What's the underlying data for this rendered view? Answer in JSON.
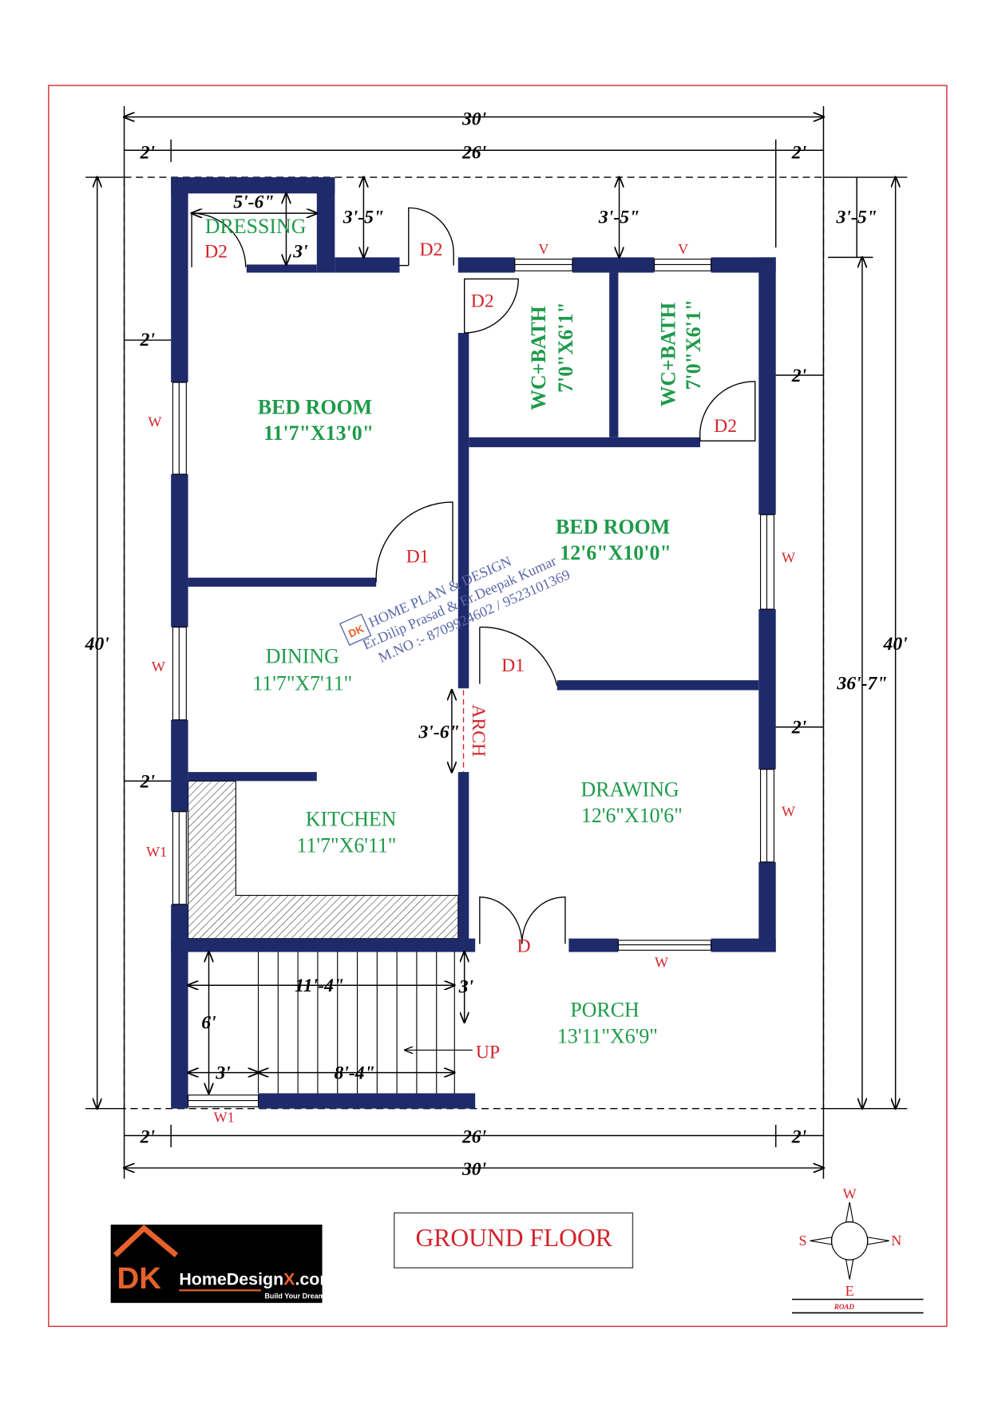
{
  "title": "GROUND FLOOR",
  "colors": {
    "wall": "#1f2a6b",
    "room_label": "#1e9a4a",
    "door_label": "#d2232a",
    "border": "#d2232a"
  },
  "dimensions": {
    "top_total": "30'",
    "top_inner": "26'",
    "top_left_margin": "2'",
    "top_right_margin": "2'",
    "bottom_total": "30'",
    "bottom_inner": "26'",
    "bottom_left_margin": "2'",
    "bottom_right_margin": "2'",
    "left_total": "40'",
    "right_total": "40'",
    "right_inner": "36'-7\"",
    "right_top": "3'-5\"",
    "left_margin_1": "2'",
    "left_margin_2": "2'",
    "right_margin_1": "2'",
    "right_margin_2": "2'",
    "dressing_width": "5'-6\"",
    "dressing_depth": "3'",
    "setback_1": "3'-5\"",
    "setback_2": "3'-5\"",
    "arch_width": "3'-6\"",
    "stair_width": "11'-4\"",
    "stair_depth": "6'",
    "stair_landing": "3'",
    "stair_run": "8'-4\"",
    "stair_step": "3'"
  },
  "rooms": [
    {
      "name": "DRESSING"
    },
    {
      "name": "BED ROOM",
      "size": "11'7\"X13'0\""
    },
    {
      "name": "WC+BATH",
      "size": "7'0\"X6'1\""
    },
    {
      "name": "WC+BATH",
      "size": "7'0\"X6'1\""
    },
    {
      "name": "BED ROOM",
      "size": "12'6\"X10'0\""
    },
    {
      "name": "DINING",
      "size": "11'7\"X7'11\""
    },
    {
      "name": "DRAWING",
      "size": "12'6\"X10'6\""
    },
    {
      "name": "KITCHEN",
      "size": "11'7\"X6'11\""
    },
    {
      "name": "PORCH",
      "size": "13'11\"X6'9\""
    }
  ],
  "labels": {
    "d2": "D2",
    "d1": "D1",
    "d": "D",
    "w": "W",
    "w1": "W1",
    "v": "V",
    "arch": "ARCH",
    "up": "UP"
  },
  "watermark": {
    "line1": "HOME PLAN & DESIGN",
    "line2": "Er.Dilip Prasad & Er.Deepak Kumar",
    "line3": "M.NO :- 8709924602 / 9523101369",
    "logo": "DK"
  },
  "logo": {
    "brand_dk": "DK",
    "brand_text": "HomeDesign",
    "brand_x": "X",
    "brand_com": ".com",
    "tagline": "Build Your Dream"
  },
  "compass": {
    "w": "W",
    "s": "S",
    "n": "N",
    "e": "E",
    "road": "ROAD"
  }
}
